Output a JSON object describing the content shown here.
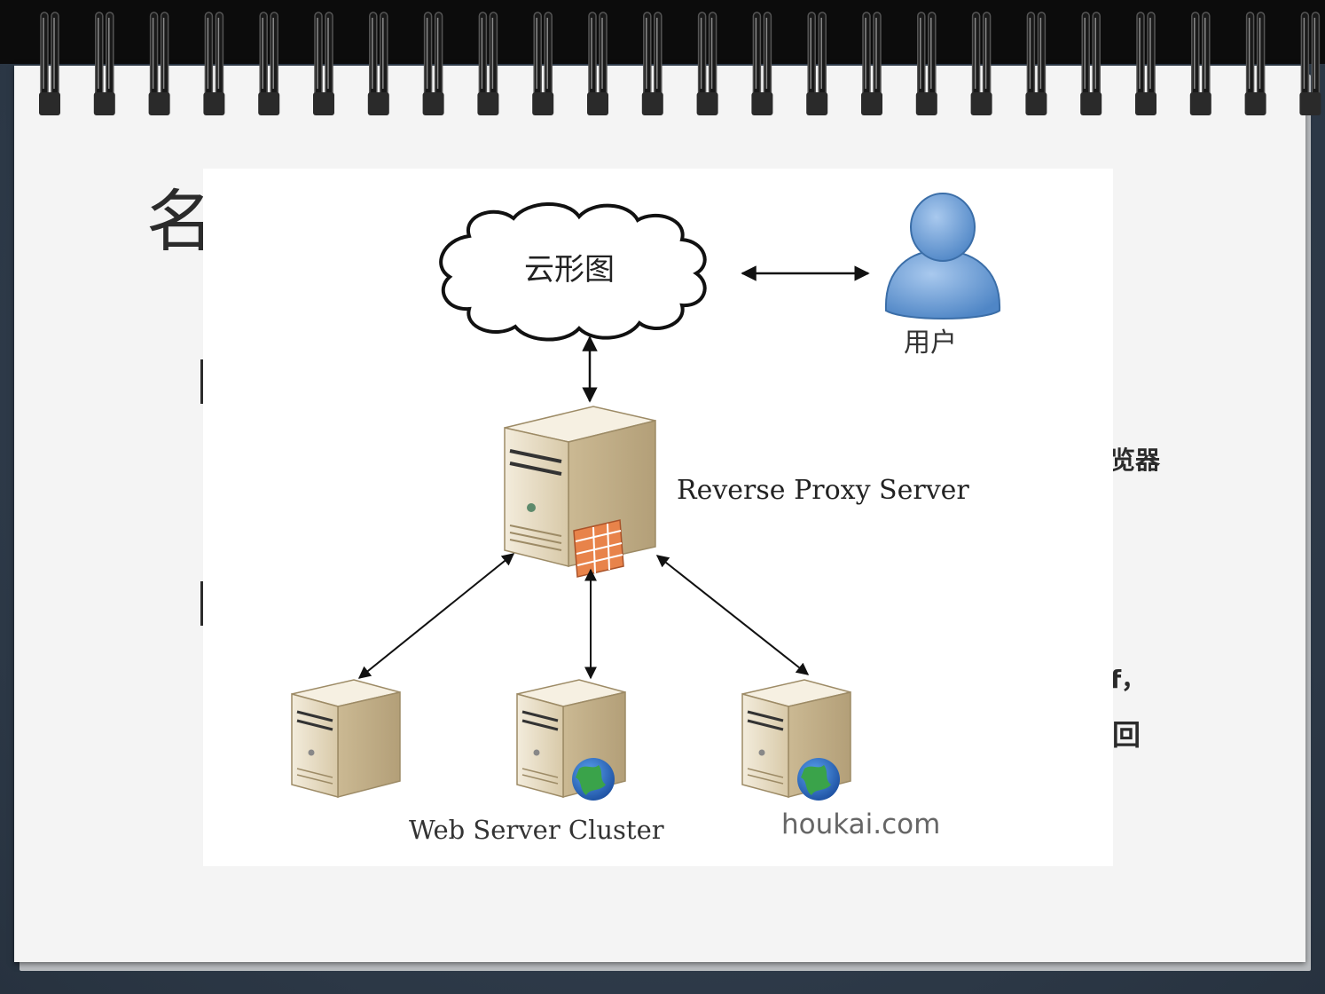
{
  "slide": {
    "title_partial": "名",
    "text_fragment_1": "览器",
    "text_fragment_2": "f，",
    "text_fragment_3": "回"
  },
  "diagram": {
    "cloud_label": "云形图",
    "user_label": "用户",
    "proxy_label": "Reverse Proxy Server",
    "cluster_label": "Web Server Cluster",
    "domain_label": "houkai.com"
  },
  "colors": {
    "background": "#2f3d4e",
    "paper": "#f4f4f4",
    "user_icon": "#6f9fd4",
    "server_beige": "#e8dcc3",
    "firewall_orange": "#e8834a",
    "globe_blue": "#2a6fc9",
    "globe_green": "#3aa34a"
  },
  "icons": [
    "spiral-ring-icon",
    "cloud-icon",
    "user-icon",
    "server-icon",
    "firewall-icon",
    "globe-icon"
  ]
}
